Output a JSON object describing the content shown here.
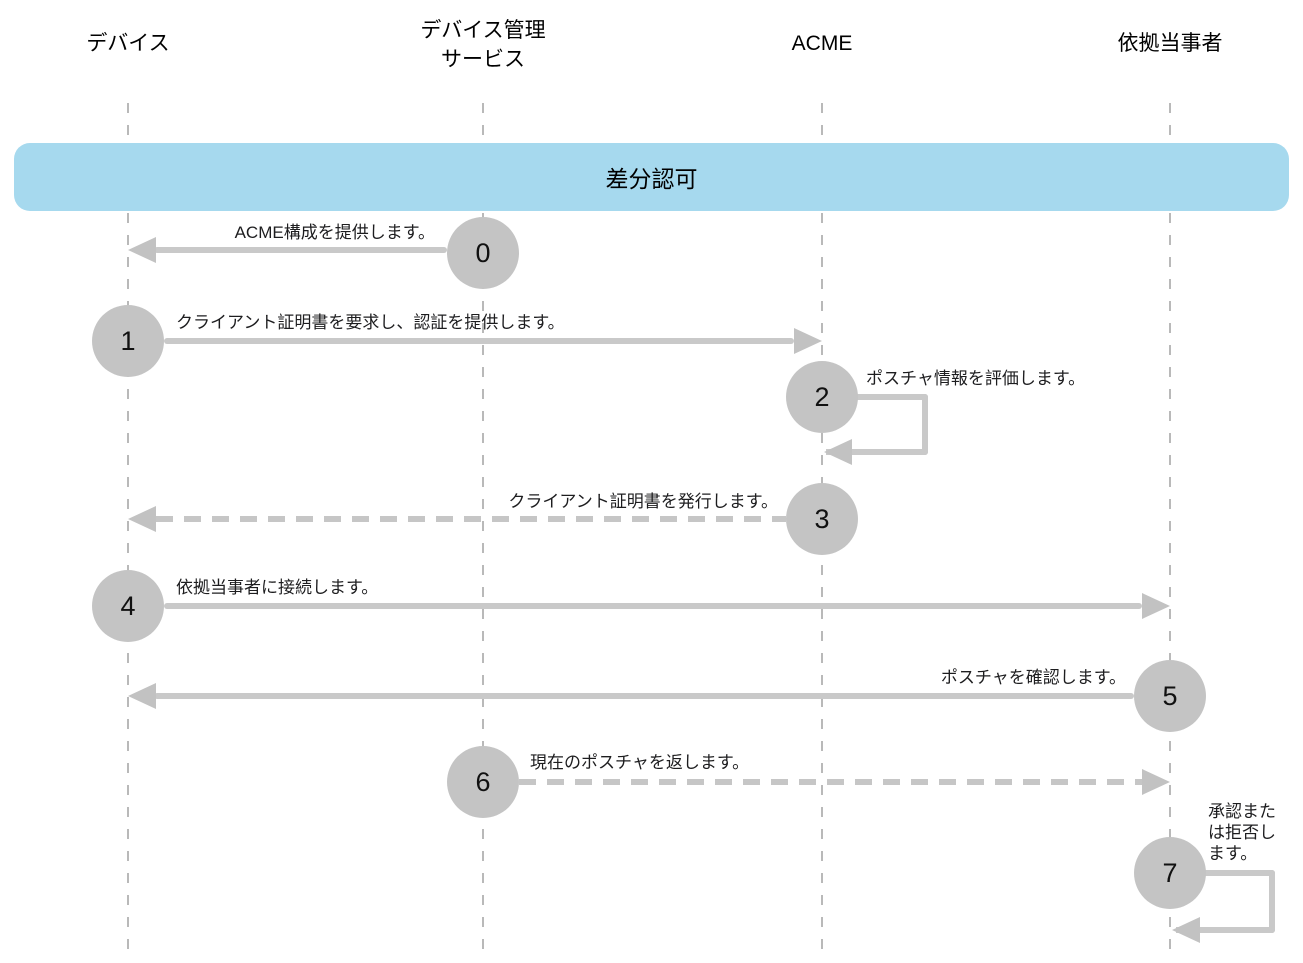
{
  "diagram": {
    "type": "sequence-diagram",
    "banner": {
      "label": "差分認可"
    },
    "actors": [
      {
        "id": "device",
        "lines": [
          "デバイス"
        ]
      },
      {
        "id": "device-management-service",
        "lines": [
          "デバイス管理",
          "サービス"
        ]
      },
      {
        "id": "acme",
        "lines": [
          "ACME"
        ]
      },
      {
        "id": "relying-party",
        "lines": [
          "依拠当事者"
        ]
      }
    ],
    "steps": [
      {
        "num": "0",
        "label": "ACME構成を提供します。",
        "from": "device-management-service",
        "to": "device",
        "arrow": "solid"
      },
      {
        "num": "1",
        "label": "クライアント証明書を要求し、認証を提供します。",
        "from": "device",
        "to": "acme",
        "arrow": "solid"
      },
      {
        "num": "2",
        "label": "ポスチャ情報を評価します。",
        "from": "acme",
        "to": "acme",
        "arrow": "self-loop"
      },
      {
        "num": "3",
        "label": "クライアント証明書を発行します。",
        "from": "acme",
        "to": "device",
        "arrow": "dashed"
      },
      {
        "num": "4",
        "label": "依拠当事者に接続します。",
        "from": "device",
        "to": "relying-party",
        "arrow": "solid"
      },
      {
        "num": "5",
        "label": "ポスチャを確認します。",
        "from": "relying-party",
        "to": "device",
        "arrow": "solid"
      },
      {
        "num": "6",
        "label": "現在のポスチャを返します。",
        "from": "device-management-service",
        "to": "relying-party",
        "arrow": "dashed"
      },
      {
        "num": "7",
        "label": "承認または拒否します。",
        "from": "relying-party",
        "to": "relying-party",
        "arrow": "self-loop"
      }
    ],
    "colors": {
      "banner_bg": "#a6d9ee",
      "circle_fill": "#c4c4c4",
      "arrow": "#c9c9c9",
      "lifeline": "#b9b9b9",
      "text": "#1d1d1f"
    }
  }
}
